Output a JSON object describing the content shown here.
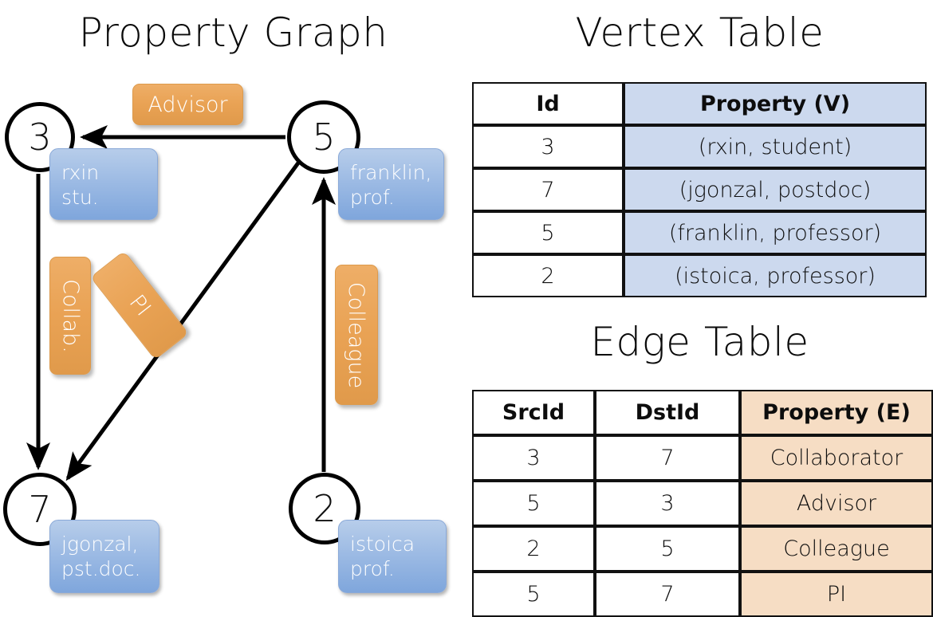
{
  "titles": {
    "property_graph": "Property Graph",
    "vertex_table": "Vertex Table",
    "edge_table": "Edge Table"
  },
  "graph": {
    "nodes": [
      {
        "id": "3",
        "name": "rxin",
        "role": "stu.",
        "label_line1": "rxin",
        "label_line2": "stu."
      },
      {
        "id": "5",
        "name": "franklin",
        "role": "prof.",
        "label_line1": "franklin,",
        "label_line2": "prof."
      },
      {
        "id": "7",
        "name": "jgonzal",
        "role": "pst.doc.",
        "label_line1": "jgonzal,",
        "label_line2": "pst.doc."
      },
      {
        "id": "2",
        "name": "istoica",
        "role": "prof.",
        "label_line1": "istoica",
        "label_line2": "prof."
      }
    ],
    "edge_labels": {
      "advisor": "Advisor",
      "collab": "Collab.",
      "pi": "PI",
      "colleague": "Colleague"
    },
    "edges": [
      {
        "src": "5",
        "dst": "3",
        "label": "Advisor"
      },
      {
        "src": "3",
        "dst": "7",
        "label": "Collab."
      },
      {
        "src": "5",
        "dst": "7",
        "label": "PI"
      },
      {
        "src": "2",
        "dst": "5",
        "label": "Colleague"
      }
    ]
  },
  "vertex_table": {
    "headers": [
      "Id",
      "Property (V)"
    ],
    "rows": [
      {
        "id": "3",
        "property": "(rxin, student)"
      },
      {
        "id": "7",
        "property": "(jgonzal, postdoc)"
      },
      {
        "id": "5",
        "property": "(franklin, professor)"
      },
      {
        "id": "2",
        "property": "(istoica, professor)"
      }
    ]
  },
  "edge_table": {
    "headers": [
      "SrcId",
      "DstId",
      "Property (E)"
    ],
    "rows": [
      {
        "src": "3",
        "dst": "7",
        "property": "Collaborator"
      },
      {
        "src": "5",
        "dst": "3",
        "property": "Advisor"
      },
      {
        "src": "2",
        "dst": "5",
        "property": "Colleague"
      },
      {
        "src": "5",
        "dst": "7",
        "property": "PI"
      }
    ]
  },
  "colors": {
    "vertex_property_bg": "#ccd9ee",
    "edge_property_bg": "#f6ddc4",
    "node_callout_blue": "#9dbbe4",
    "edge_label_orange": "#e9a254",
    "stroke": "#000000",
    "background": "#ffffff"
  }
}
